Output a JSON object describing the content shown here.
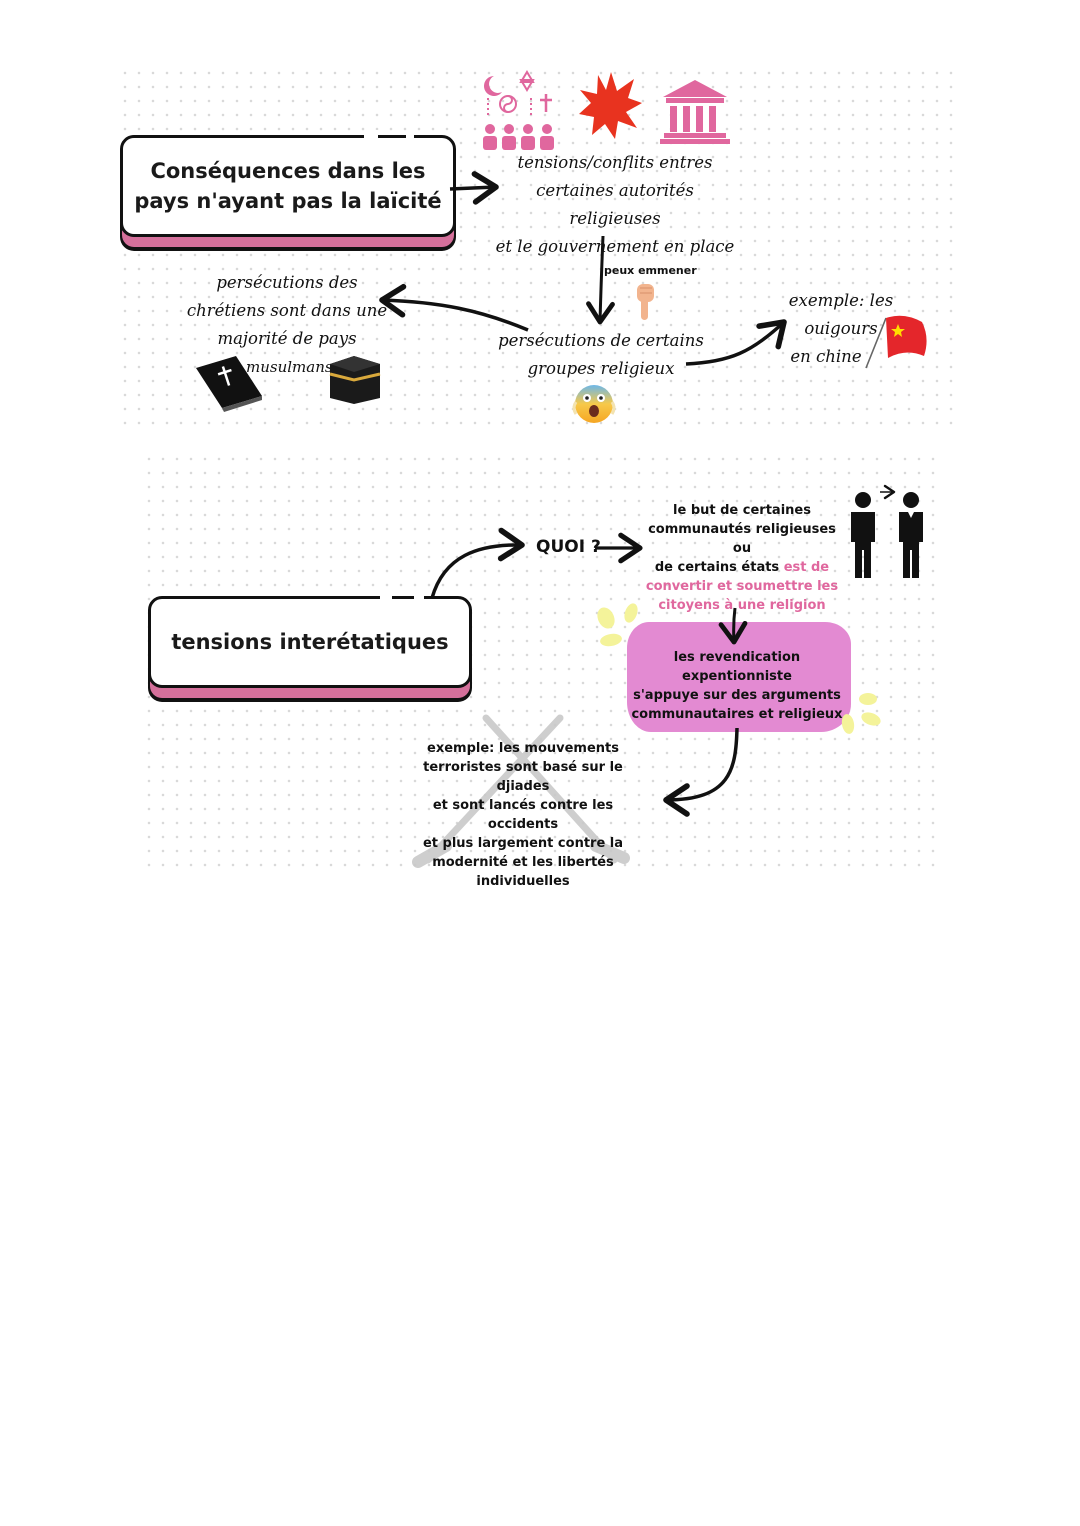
{
  "section1": {
    "title_line1": "Conséquences dans les",
    "title_line2": "pays n'ayant pas la laïcité",
    "tensions_line1": "tensions/conflits entres",
    "tensions_line2": "certaines autorités religieuses",
    "tensions_line3": "et le gouvernement en place",
    "peux_emmener": "peux emmener",
    "persecutions_groups_line1": "persécutions de certains",
    "persecutions_groups_line2": "groupes religieux",
    "christians_line1": "persécutions des",
    "christians_line2": "chrétiens sont dans une",
    "christians_line3": "majorité de pays",
    "christians_line4": "musulmans",
    "example_line1": "exemple: les ouigours",
    "example_line2": "en chine"
  },
  "section2": {
    "title": "tensions interétatiques",
    "quoi": "QUOI ?",
    "goal_line1": "le but de certaines",
    "goal_line2": "communautés religieuses ou",
    "goal_line3_black": "de certains états ",
    "goal_line3_pink": "est de",
    "goal_line4": "convertir et soumettre les",
    "goal_line5": "citoyens à une religion",
    "claims_line1": "les revendication expentionniste",
    "claims_line2": "s'appuye sur des arguments",
    "claims_line3": "communautaires et religieux",
    "terror_line1": "exemple: les mouvements",
    "terror_line2": "terroristes sont basé sur le djiades",
    "terror_line3": "et sont lancés contre les occidents",
    "terror_line4": "et plus largement contre la",
    "terror_line5": "modernité et les  libertés",
    "terror_line6": "individuelles"
  },
  "colors": {
    "accent_pink": "#e0679e",
    "blob_pink": "#e38ad2",
    "flag_red": "#e4262b",
    "burst_red": "#e8331f",
    "yellow_splash": "#f4f39a"
  },
  "icons": [
    "religions-icon",
    "explosion-icon",
    "government-building-icon",
    "pointing-hand-icon",
    "screaming-face-icon",
    "bible-icon",
    "kaaba-icon",
    "china-flag-icon",
    "people-conversion-icon",
    "crossed-rifles-icon"
  ]
}
